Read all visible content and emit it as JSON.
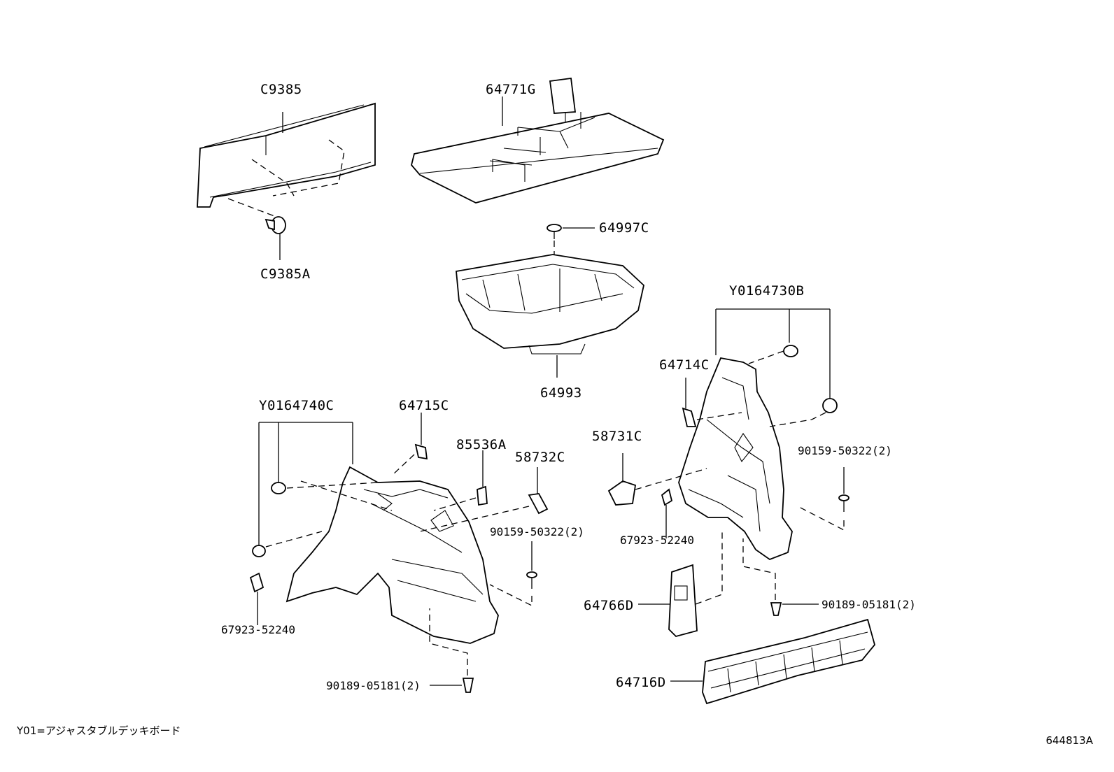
{
  "labels": {
    "c9385": "C9385",
    "p64771g": "64771G",
    "c9385a": "C9385A",
    "p64997c": "64997C",
    "p64993": "64993",
    "y0164730b": "Y0164730B",
    "p64714c": "64714C",
    "y0164740c": "Y0164740C",
    "p64715c": "64715C",
    "p85536a": "85536A",
    "p58732c": "58732C",
    "p58731c": "58731C",
    "p90159_right": "90159-50322(2)",
    "p90159_left": "90159-50322(2)",
    "p67923_right": "67923-52240",
    "p67923_left": "67923-52240",
    "p64766d": "64766D",
    "p90189_right": "90189-05181(2)",
    "p90189_left": "90189-05181(2)",
    "p64716d": "64716D"
  },
  "footnote": "Y01=アジャスタブルデッキボード",
  "diagram_id": "644813A"
}
